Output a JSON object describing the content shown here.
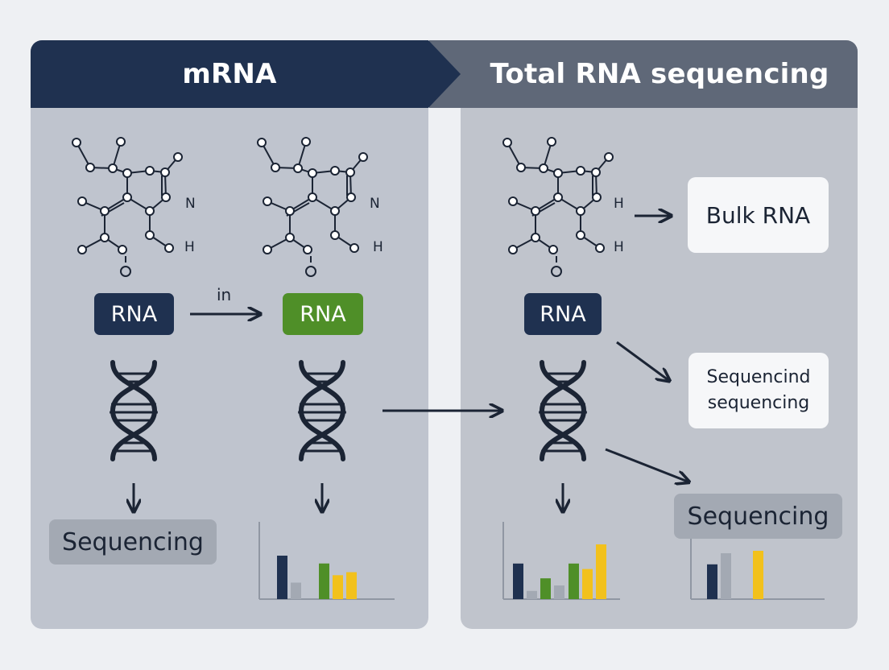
{
  "left_panel": {
    "header": "mRNA",
    "rna_pill_1": "RNA",
    "arrow_label": "in",
    "rna_pill_2": "RNA",
    "sequencing_tag": "Sequencing",
    "molecule_labels": {
      "n": "N",
      "h": "H",
      "o": "O"
    }
  },
  "right_panel": {
    "header": "Total RNA sequencing",
    "rna_pill": "RNA",
    "bulk_box": "Bulk RNA",
    "seq_box_line1": "Sequencind",
    "seq_box_line2": "sequencing",
    "sequencing_tag": "Sequencing",
    "molecule_labels": {
      "h": "H"
    }
  },
  "colors": {
    "navy": "#1f3150",
    "slate": "#5f6878",
    "green": "#4f8f28",
    "yellow": "#f2c11c",
    "gray": "#a3a9b3"
  },
  "charts": [
    {
      "colors": [
        "navy",
        "gray",
        "green",
        "yellow",
        "yellow"
      ],
      "values": [
        1.0,
        0.38,
        0.82,
        0.55,
        0.62
      ]
    },
    {
      "colors": [
        "navy",
        "gray",
        "green",
        "gray",
        "green",
        "yellow",
        "yellow"
      ],
      "values": [
        0.65,
        0.15,
        0.38,
        0.25,
        0.65,
        0.55,
        1.0
      ]
    },
    {
      "colors": [
        "navy",
        "gray",
        "yellow"
      ],
      "values": [
        0.72,
        0.95,
        1.0
      ]
    }
  ]
}
